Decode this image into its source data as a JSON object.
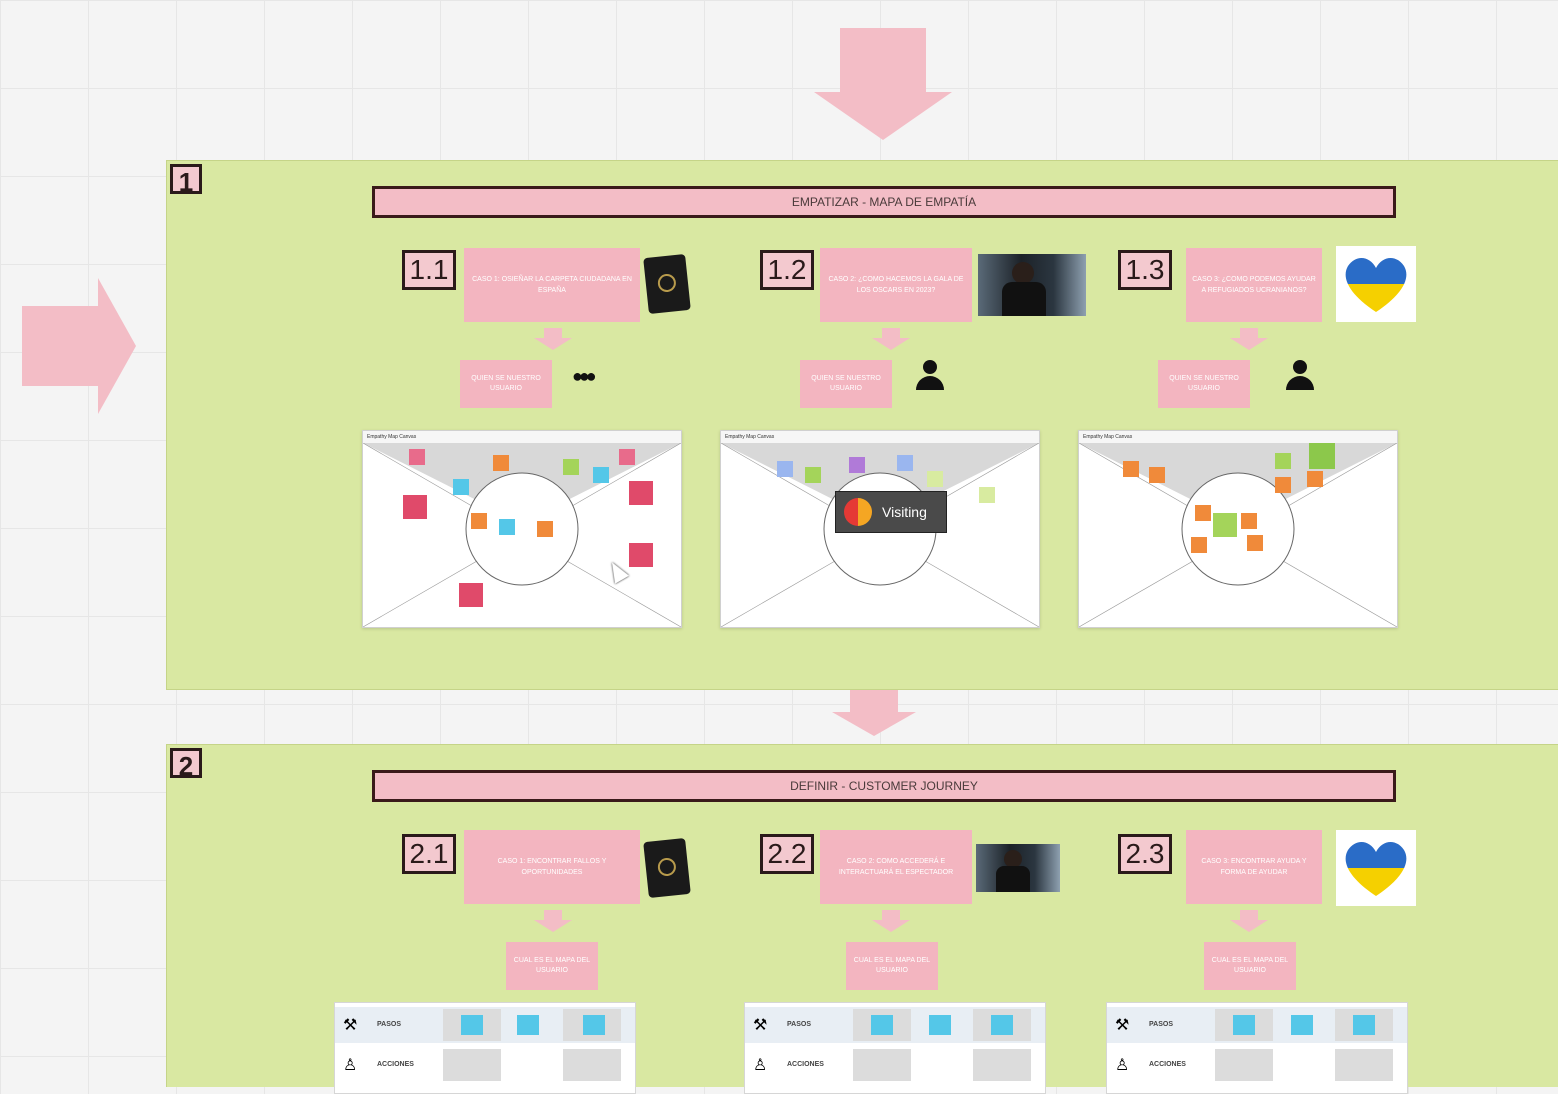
{
  "frame1": {
    "number": "1",
    "title": "EMPATIZAR - MAPA DE EMPATÍA",
    "cases": [
      {
        "num": "1.1",
        "label": "CASO 1: OSIEÑAR LA CARPETA CIUDADANA EN ESPAÑA",
        "persona": "QUIEN SE NUESTRO USUARIO",
        "icon": "passport-icon"
      },
      {
        "num": "1.2",
        "label": "CASO 2: ¿COMO HACEMOS LA GALA DE LOS OSCARS EN 2023?",
        "persona": "QUIEN SE NUESTRO USUARIO",
        "icon": "photo-thumbnail"
      },
      {
        "num": "1.3",
        "label": "CASO 3: ¿COMO PODEMOS AYUDAR A REFUGIADOS UCRANIANOS?",
        "persona": "QUIEN SE NUESTRO USUARIO",
        "icon": "ukraine-heart-icon"
      }
    ],
    "canvas_title": "Empathy Map Canvas",
    "badge": "Visiting"
  },
  "frame2": {
    "number": "2",
    "title": "DEFINIR - CUSTOMER JOURNEY",
    "cases": [
      {
        "num": "2.1",
        "label": "CASO 1: ENCONTRAR FALLOS Y OPORTUNIDADES",
        "pill": "CUAL ES EL MAPA DEL USUARIO"
      },
      {
        "num": "2.2",
        "label": "CASO 2: COMO ACCEDERÁ E INTERACTUARÁ EL ESPECTADOR",
        "pill": "CUAL ES EL MAPA DEL USUARIO"
      },
      {
        "num": "2.3",
        "label": "CASO 3: ENCONTRAR AYUDA Y FORMA DE AYUDAR",
        "pill": "CUAL ES EL MAPA DEL USUARIO"
      }
    ],
    "journey_rows": [
      "PASOS",
      "ACCIONES"
    ]
  },
  "colors": {
    "frame_bg": "#d9e8a2",
    "banner_bg": "#f3bdc6",
    "arrow": "#f3bdc6",
    "sticky_pink": "#f3b5c0"
  }
}
